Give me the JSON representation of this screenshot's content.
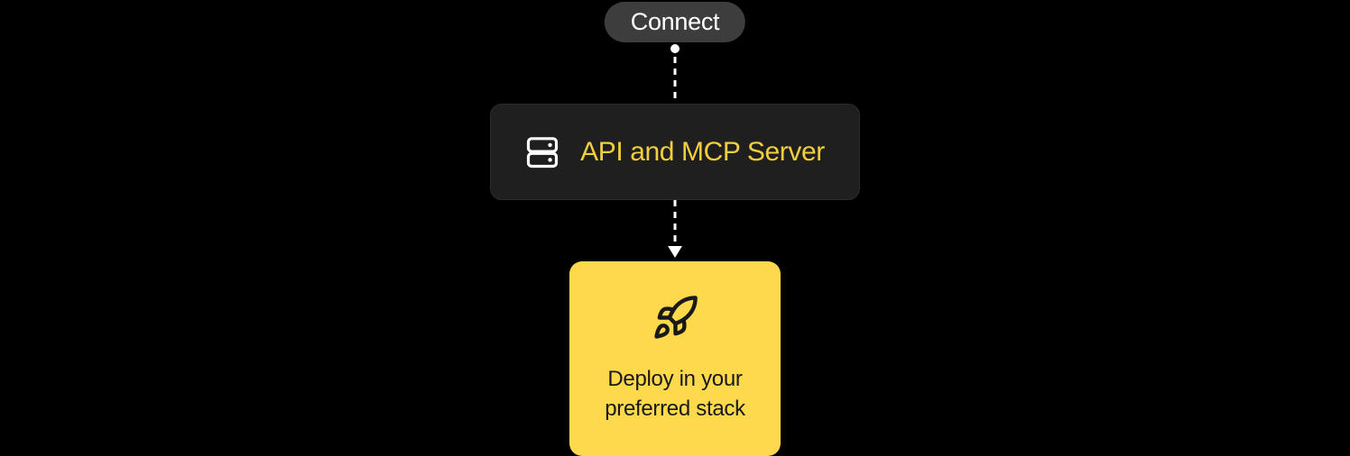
{
  "colors": {
    "background": "#000000",
    "pill_bg": "#3d3d3d",
    "pill_text": "#ffffff",
    "card_bg": "#1f1f1f",
    "card_accent_text": "#f3ce3c",
    "deploy_bg": "#fdd94b",
    "deploy_text": "#191919",
    "connector": "#ffffff"
  },
  "diagram": {
    "connect_badge": {
      "label": "Connect"
    },
    "server_card": {
      "label": "API and MCP Server",
      "icon": "server-rack-icon"
    },
    "deploy_card": {
      "label_line1": "Deploy in your",
      "label_line2": "preferred stack",
      "icon": "rocket-icon"
    }
  }
}
